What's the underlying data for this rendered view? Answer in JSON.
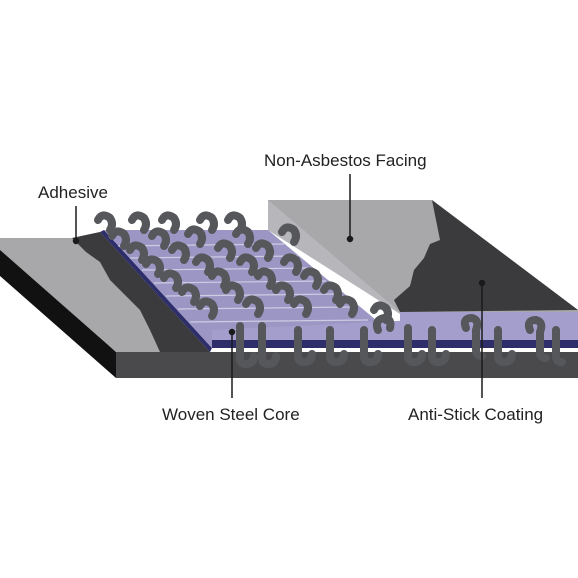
{
  "labels": {
    "adhesive": "Adhesive",
    "facing": "Non-Asbestos Facing",
    "core": "Woven Steel Core",
    "coating": "Anti-Stick Coating"
  },
  "colors": {
    "background": "#ffffff",
    "facing_light": "#a8a8aa",
    "facing_dark": "#3b3b3d",
    "coating_black": "#141414",
    "core_lavender": "#9c96c4",
    "core_navy": "#2e2f6a",
    "steel_grey": "#56575b",
    "base_grey": "#4a4a4d",
    "leader_line": "#1a1a1a"
  }
}
